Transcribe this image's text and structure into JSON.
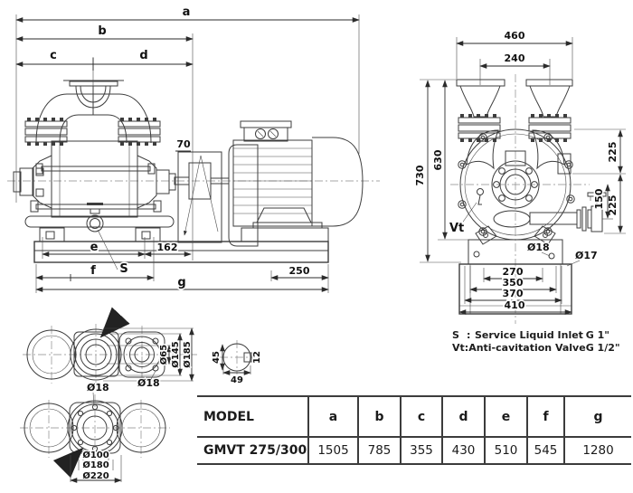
{
  "side_view": {
    "dim_a": "a",
    "dim_b": "b",
    "dim_c": "c",
    "dim_d": "d",
    "dim_70": "70",
    "dim_e": "e",
    "dim_162": "162",
    "dim_f": "f",
    "dim_s": "S",
    "dim_g": "g",
    "dim_250": "250"
  },
  "front_view": {
    "dim_460": "460",
    "dim_240": "240",
    "dim_730": "730",
    "dim_630": "630",
    "dim_225_top": "225",
    "dim_225_bottom": "225",
    "dim_150": "150",
    "dim_d18": "Ø18",
    "dim_d17": "Ø17",
    "dim_270": "270",
    "dim_350": "350",
    "dim_370": "370",
    "dim_410": "410",
    "label_vt": "Vt"
  },
  "flange_top_detail": {
    "dim_d65": "Ø65",
    "dim_d145": "Ø145",
    "dim_d185": "Ø185",
    "dim_d18_right": "Ø18"
  },
  "flange_bottom_detail": {
    "dim_d18": "Ø18",
    "dim_d100": "Ø100",
    "dim_d180": "Ø180",
    "dim_d220": "Ø220"
  },
  "shaft_detail": {
    "dim_45": "45",
    "dim_12": "12",
    "dim_49": "49"
  },
  "legend": {
    "s_key": "S",
    "s_sep": ":",
    "s_desc": "Service Liquid Inlet",
    "s_size": "G 1\"",
    "vt_key": "Vt",
    "vt_sep": ":",
    "vt_desc": "Anti-cavitation Valve",
    "vt_size": "G 1/2\""
  },
  "table": {
    "headers": [
      "MODEL",
      "a",
      "b",
      "c",
      "d",
      "e",
      "f",
      "g"
    ],
    "row": {
      "model": "GMVT 275/300",
      "values": [
        "1505",
        "785",
        "355",
        "430",
        "510",
        "545",
        "1280"
      ]
    }
  }
}
